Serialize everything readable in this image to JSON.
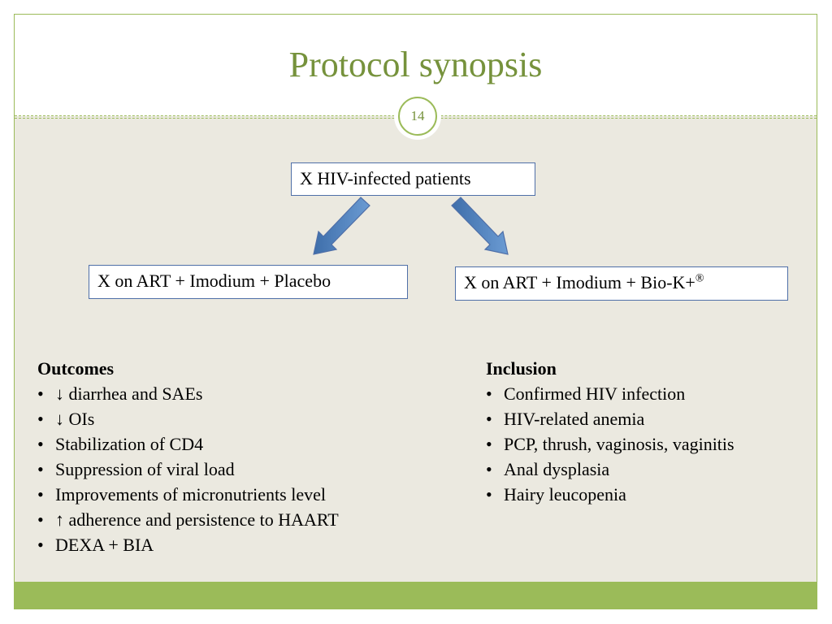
{
  "slide": {
    "title": "Protocol synopsis",
    "page_number": "14"
  },
  "flow": {
    "top_box": "X  HIV-infected patients",
    "left_box": "X on ART + Imodium + Placebo",
    "right_box": "X on ART + Imodium + Bio-K+",
    "right_box_superscript": "®"
  },
  "outcomes": {
    "heading": "Outcomes",
    "bullet_symbol": "•",
    "items": [
      "↓ diarrhea and SAEs",
      "↓ OIs",
      "Stabilization of CD4",
      "Suppression of viral load",
      "Improvements of micronutrients level",
      "↑ adherence and persistence to HAART",
      "DEXA + BIA"
    ]
  },
  "inclusion": {
    "heading": "Inclusion",
    "bullet_symbol": "•",
    "items": [
      "Confirmed HIV infection",
      "HIV-related anemia",
      "PCP, thrush, vaginosis, vaginitis",
      "Anal dysplasia",
      "Hairy leucopenia"
    ]
  },
  "colors": {
    "accent": "#9bbb59",
    "title": "#76923c",
    "background": "#ebe9e0",
    "arrow": "#4f81bd"
  }
}
